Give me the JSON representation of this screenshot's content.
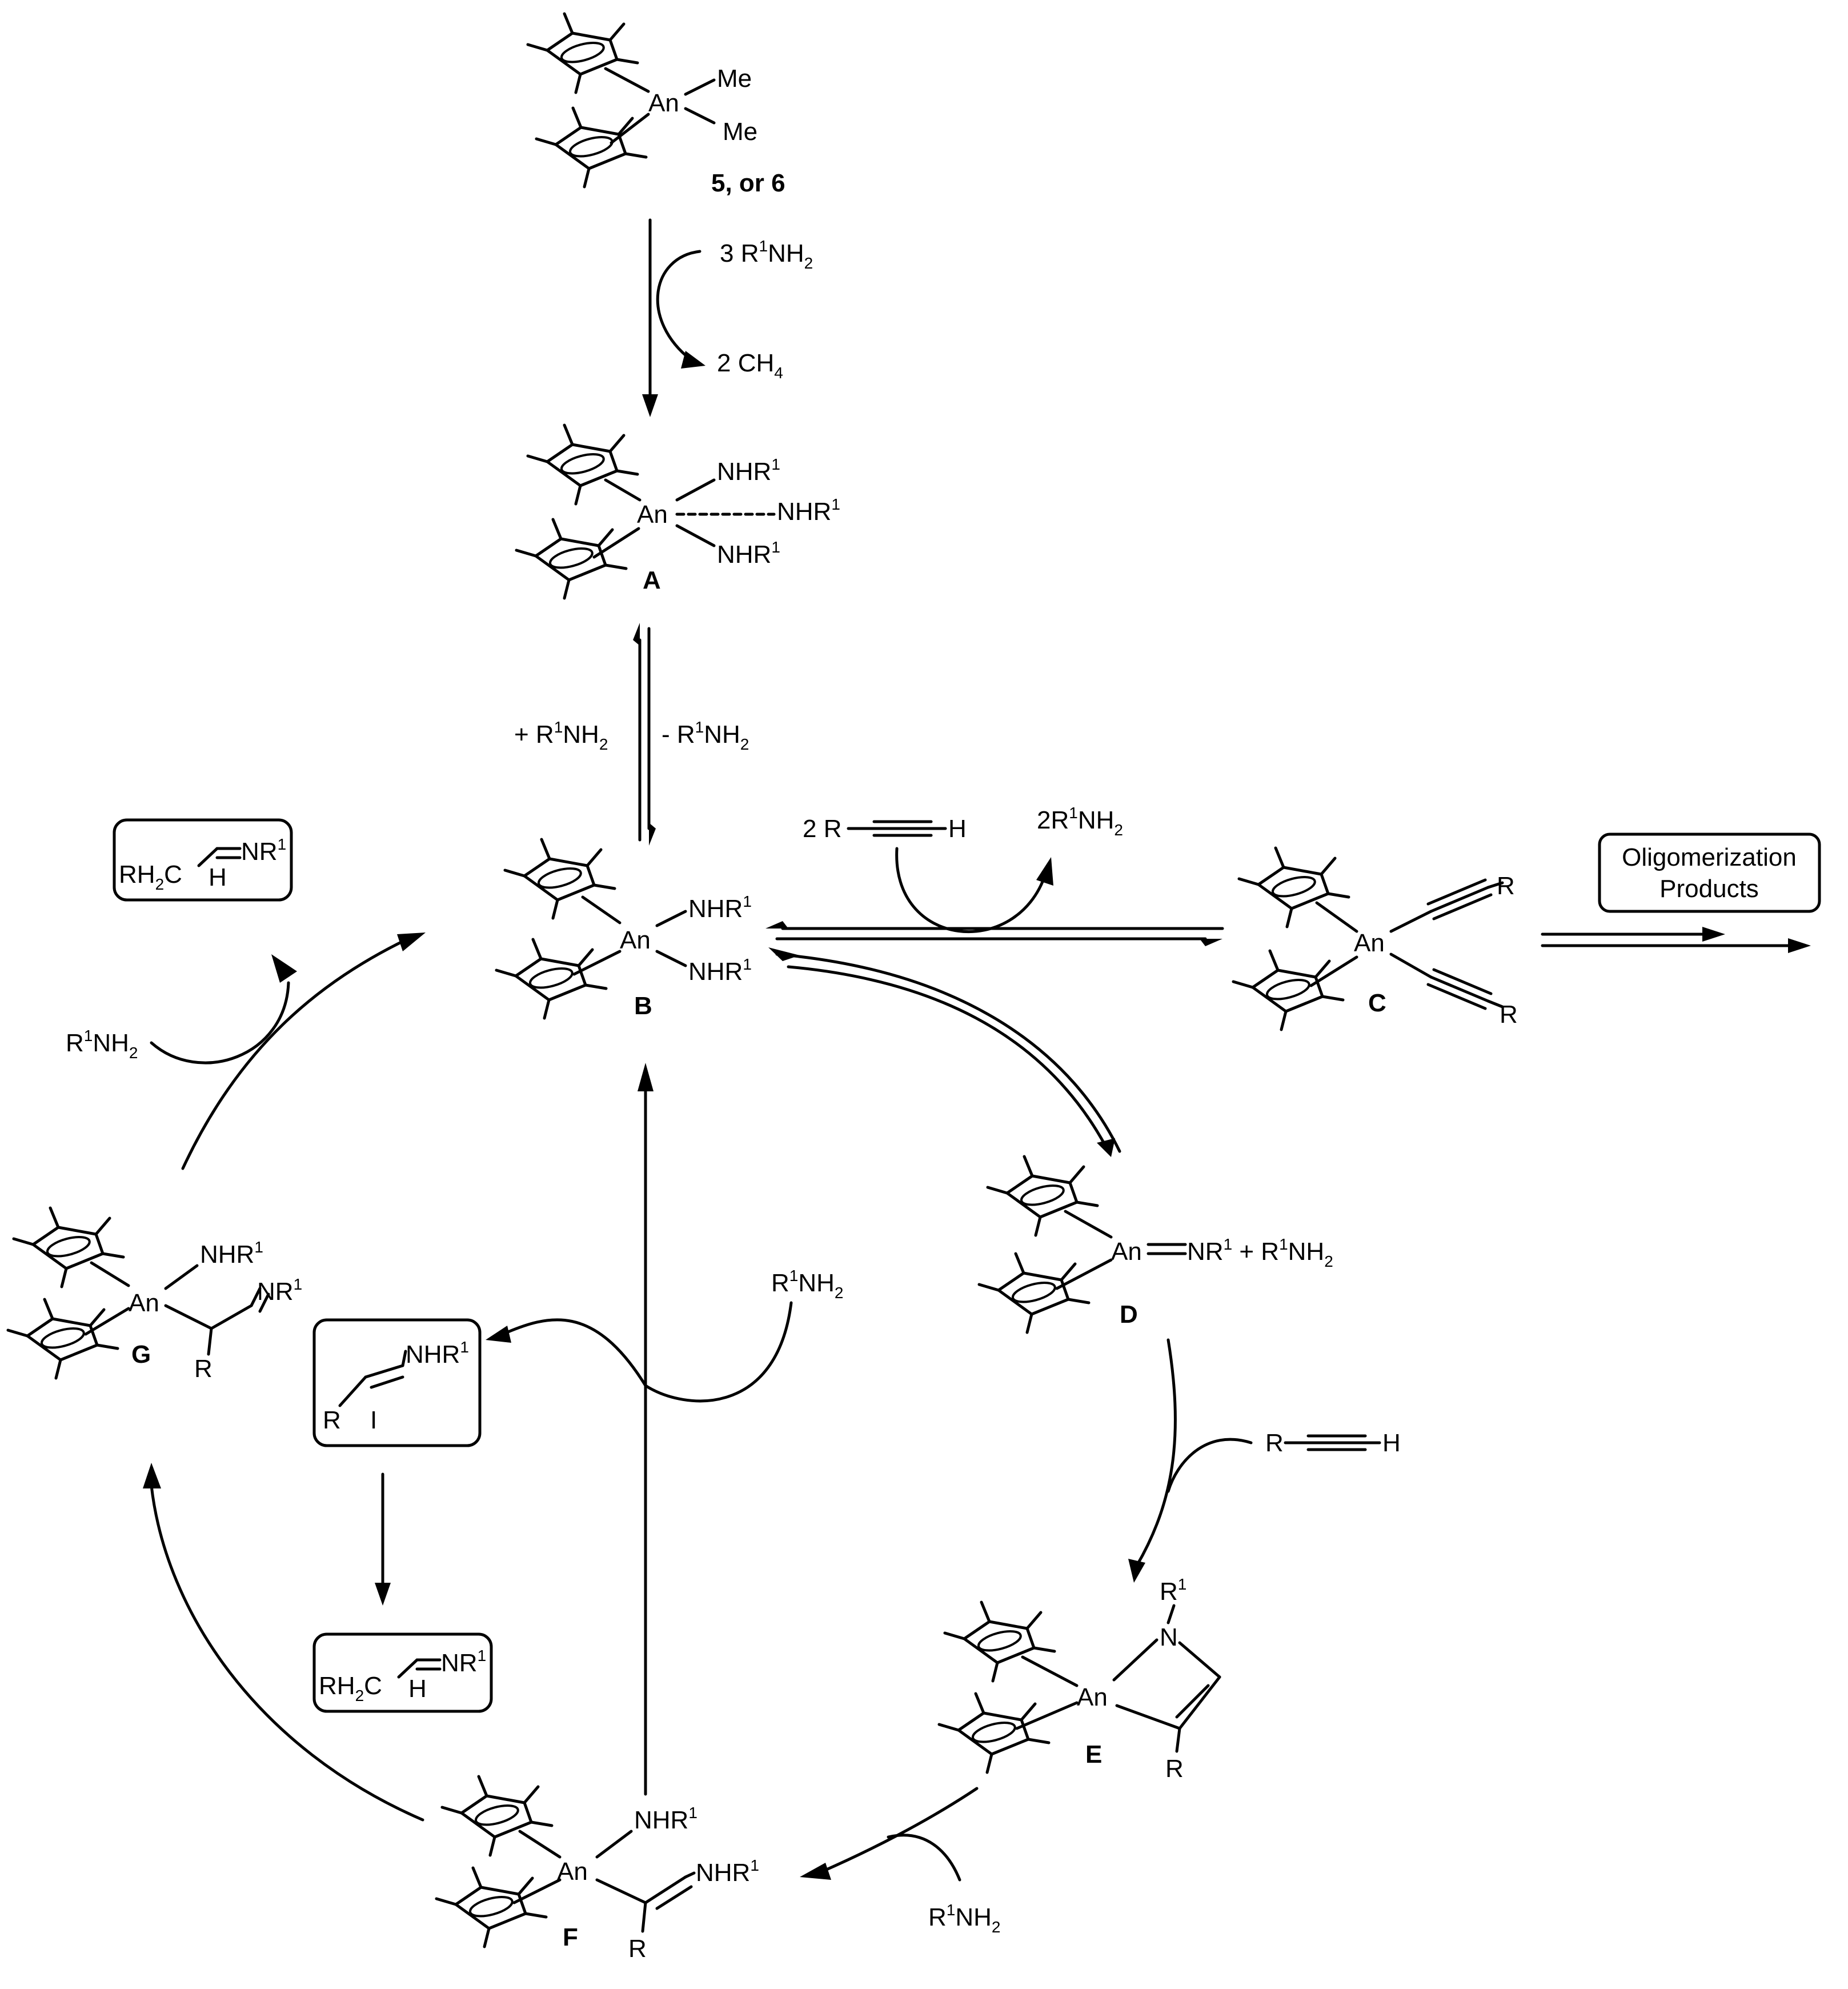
{
  "metal": "An",
  "start": {
    "ligand_a": "Me",
    "ligand_b": "Me",
    "label": "5, or 6"
  },
  "step1": {
    "reagent_num": "3",
    "reagent": "R",
    "reagent_sup": "1",
    "reagent_tail": "NH",
    "reagent_sub": "2",
    "product_num": "2",
    "product": "CH",
    "product_sub": "4"
  },
  "A": {
    "label": "A",
    "ligand": "NHR",
    "ligand_sup": "1"
  },
  "AB": {
    "plus": "+ R",
    "plus_sup": "1",
    "plus_tail": "NH",
    "plus_sub": "2",
    "minus": "- R",
    "minus_sup": "1",
    "minus_tail": "NH",
    "minus_sub": "2"
  },
  "B": {
    "label": "B",
    "ligand": "NHR",
    "ligand_sup": "1"
  },
  "BC": {
    "alkyne_num": "2",
    "alkyne_R": "R",
    "alkyne_H": "H",
    "amine_num": "2",
    "amine": "R",
    "amine_sup": "1",
    "amine_tail": "NH",
    "amine_sub": "2"
  },
  "C": {
    "label": "C",
    "R": "R"
  },
  "oligo": {
    "line1": "Oligomerization",
    "line2": "Products"
  },
  "D": {
    "label": "D",
    "imido": "NR",
    "imido_sup": "1",
    "plus_amine": "+ R",
    "plus_amine_sup": "1",
    "plus_amine_tail": "NH",
    "plus_amine_sub": "2"
  },
  "DE": {
    "alkyne_R": "R",
    "alkyne_H": "H"
  },
  "E": {
    "label": "E",
    "N": "N",
    "R1": "R",
    "R1_sup": "1",
    "R": "R"
  },
  "EF": {
    "amine": "R",
    "amine_sup": "1",
    "amine_tail": "NH",
    "amine_sub": "2"
  },
  "F": {
    "label": "F",
    "ligand": "NHR",
    "ligand_sup": "1",
    "R": "R"
  },
  "FB": {
    "amine": "R",
    "amine_sup": "1",
    "amine_tail": "NH",
    "amine_sub": "2"
  },
  "enamine": {
    "NHR": "NHR",
    "NHR_sup": "1",
    "R": "R",
    "label": "I"
  },
  "imine_product": {
    "RH2C": "RH",
    "RH2C_sub": "2",
    "RH2C_tail": "C",
    "NR": "NR",
    "NR_sup": "1",
    "H": "H"
  },
  "G": {
    "label": "G",
    "ligand": "NHR",
    "ligand_sup": "1",
    "imine": "NR",
    "imine_sup": "1",
    "R": "R"
  },
  "GB": {
    "amine": "R",
    "amine_sup": "1",
    "amine_tail": "NH",
    "amine_sub": "2"
  }
}
